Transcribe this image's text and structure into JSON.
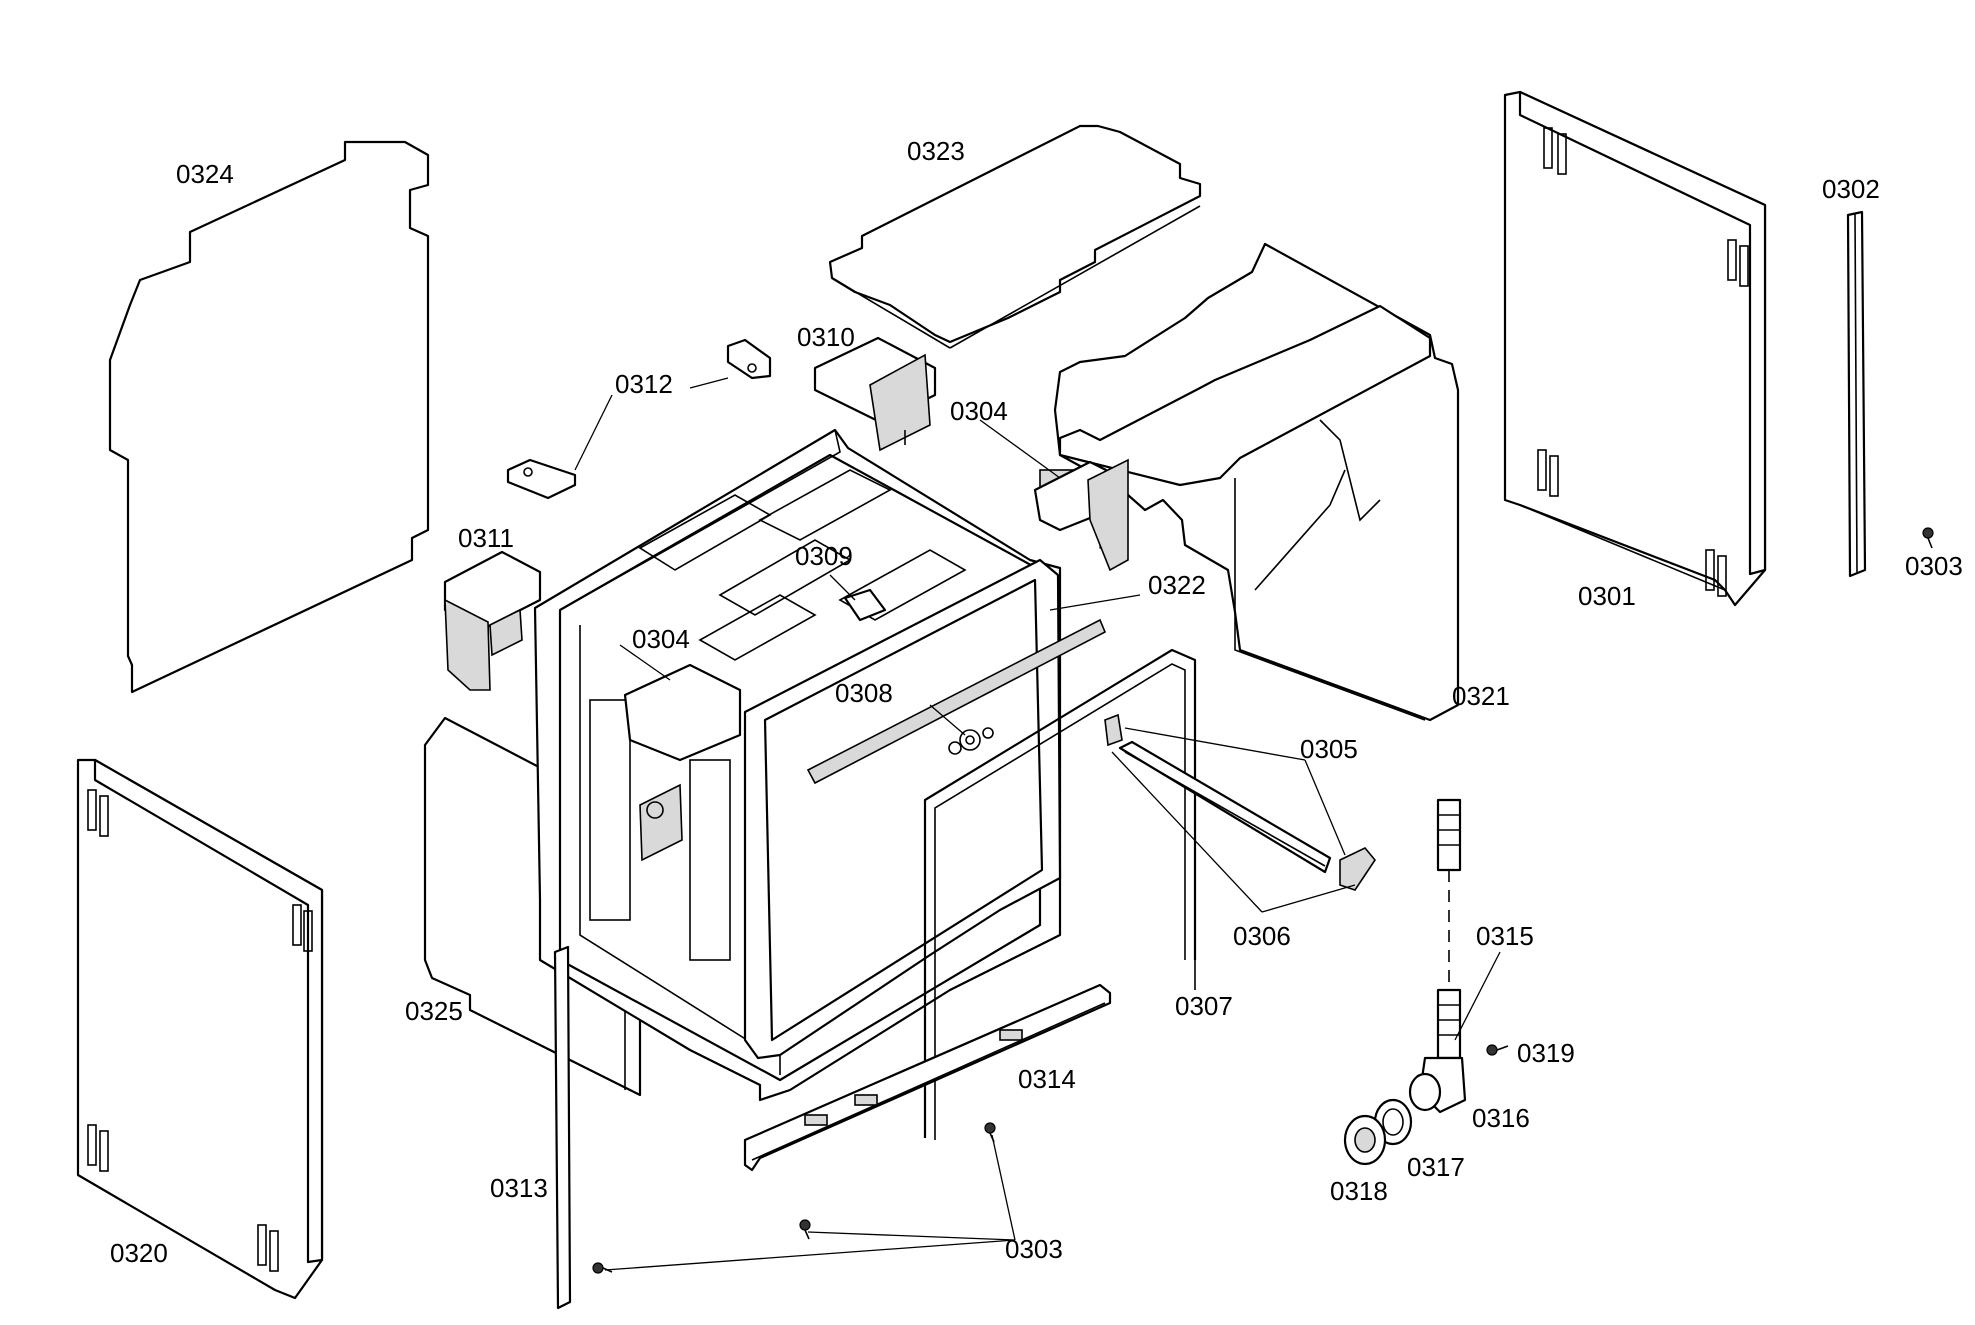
{
  "diagram": {
    "labels": [
      {
        "id": "0324",
        "text": "0324"
      },
      {
        "id": "0323",
        "text": "0323"
      },
      {
        "id": "0302",
        "text": "0302"
      },
      {
        "id": "0310",
        "text": "0310"
      },
      {
        "id": "0312",
        "text": "0312"
      },
      {
        "id": "0304a",
        "text": "0304"
      },
      {
        "id": "0311",
        "text": "0311"
      },
      {
        "id": "0309",
        "text": "0309"
      },
      {
        "id": "0322",
        "text": "0322"
      },
      {
        "id": "0303a",
        "text": "0303"
      },
      {
        "id": "0301",
        "text": "0301"
      },
      {
        "id": "0304b",
        "text": "0304"
      },
      {
        "id": "0308",
        "text": "0308"
      },
      {
        "id": "0321",
        "text": "0321"
      },
      {
        "id": "0305",
        "text": "0305"
      },
      {
        "id": "0306",
        "text": "0306"
      },
      {
        "id": "0315",
        "text": "0315"
      },
      {
        "id": "0325",
        "text": "0325"
      },
      {
        "id": "0307",
        "text": "0307"
      },
      {
        "id": "0319",
        "text": "0319"
      },
      {
        "id": "0314",
        "text": "0314"
      },
      {
        "id": "0316",
        "text": "0316"
      },
      {
        "id": "0317",
        "text": "0317"
      },
      {
        "id": "0313",
        "text": "0313"
      },
      {
        "id": "0318",
        "text": "0318"
      },
      {
        "id": "0320",
        "text": "0320"
      },
      {
        "id": "0303b",
        "text": "0303"
      }
    ]
  }
}
